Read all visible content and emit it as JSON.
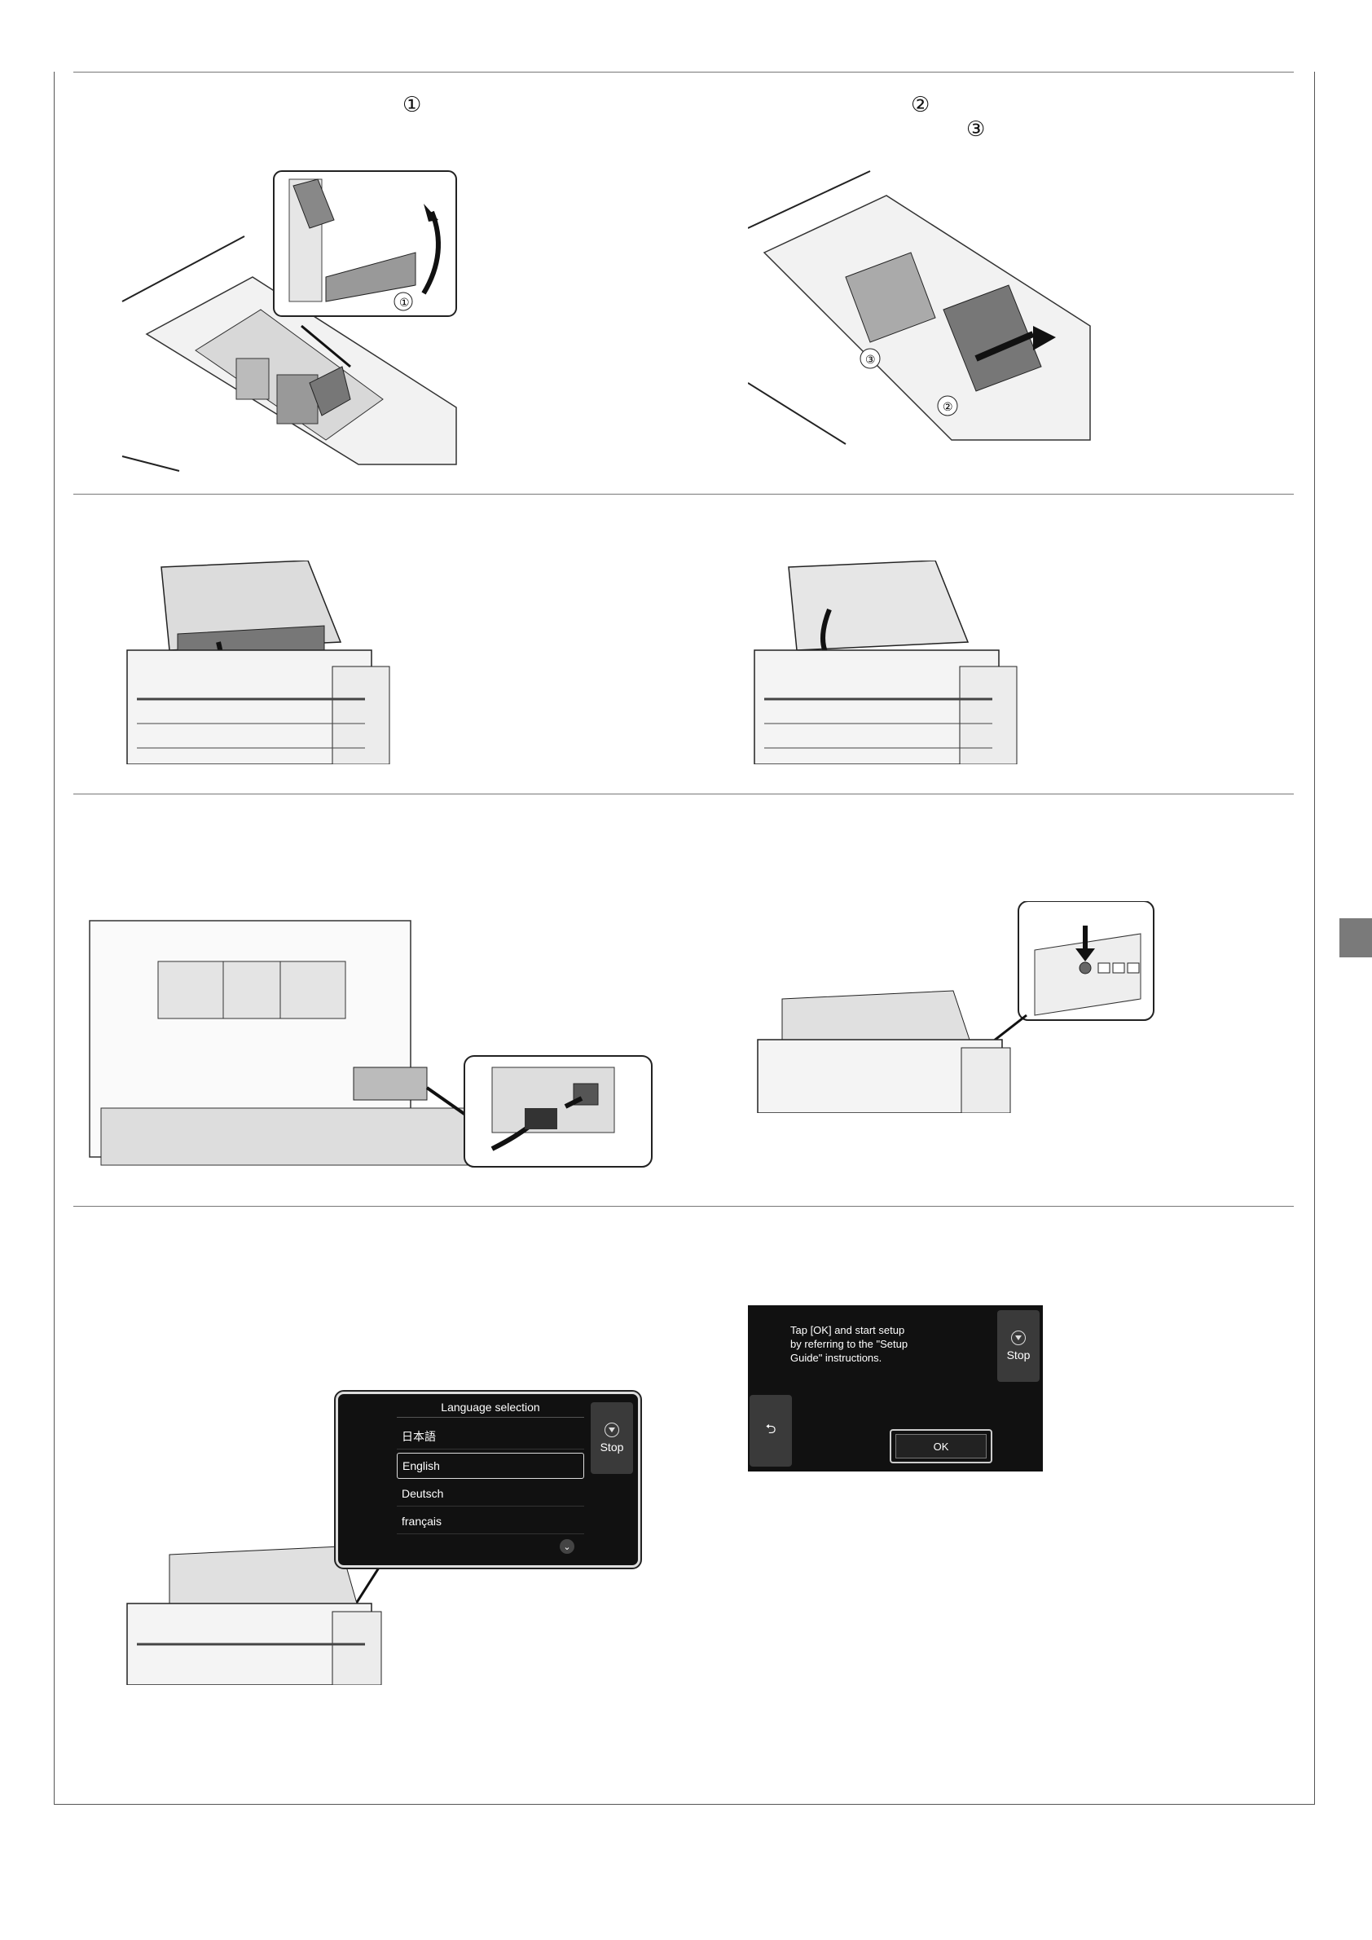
{
  "callouts": {
    "c1": "①",
    "c2": "②",
    "c3": "③"
  },
  "figure_labels": {
    "release_lever_label": "①",
    "carriage_label": "②",
    "guide_label": "③"
  },
  "language_screen": {
    "title": "Language selection",
    "options": [
      "日本語",
      "English",
      "Deutsch",
      "français"
    ],
    "selected": "English",
    "stop_label": "Stop"
  },
  "setup_screen": {
    "message_line1": "Tap [OK] and start setup",
    "message_line2": "by referring to the \"Setup",
    "message_line3": "Guide\" instructions.",
    "ok_label": "OK",
    "stop_label": "Stop",
    "back_symbol": "⮌"
  },
  "colors": {
    "rule": "#777777",
    "side_tab": "#7a7a7a",
    "screen_bg": "#111111"
  }
}
